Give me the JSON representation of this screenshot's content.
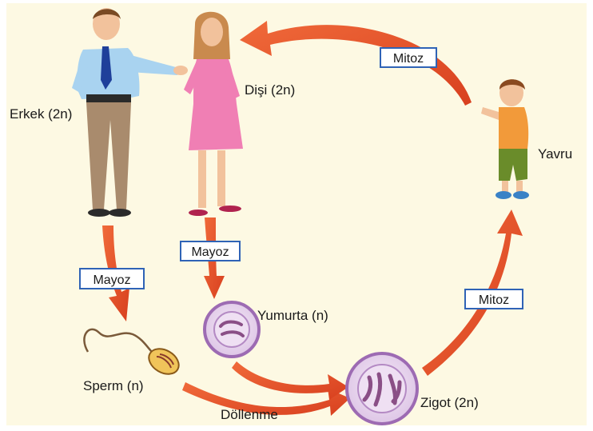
{
  "colors": {
    "background": "#fdf9e3",
    "arrow": "#e8512a",
    "box_border": "#2f63b6",
    "cell_fill": "#e6d2ec",
    "cell_border": "#9d6bb3",
    "chromosome": "#8a4f86"
  },
  "labels": {
    "male": "Erkek (2n)",
    "female": "Dişi (2n)",
    "offspring": "Yavru",
    "sperm": "Sperm (n)",
    "egg": "Yumurta (n)",
    "zygote": "Zigot (2n)",
    "fertilization": "Döllenme"
  },
  "process_boxes": {
    "mitosis_top": "Mitoz",
    "meiosis_male": "Mayoz",
    "meiosis_female": "Mayoz",
    "mitosis_right": "Mitoz"
  }
}
